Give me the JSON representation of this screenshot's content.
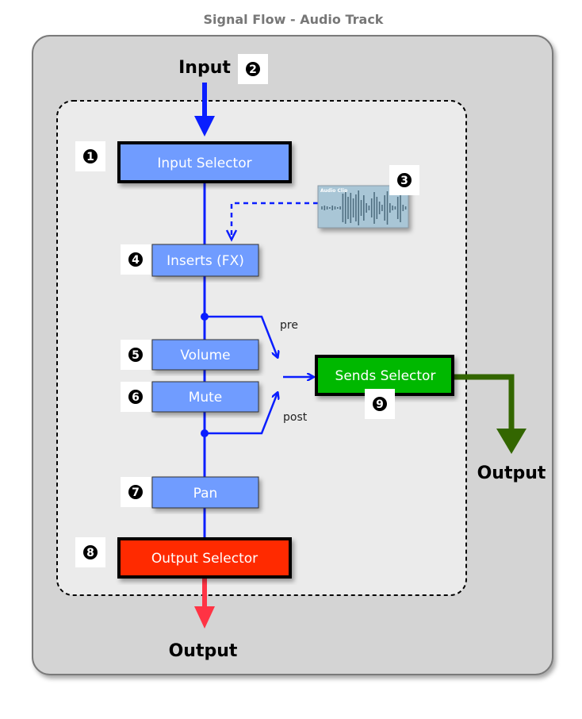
{
  "title": "Signal Flow - Audio Track",
  "input_label": "Input",
  "output_label_main": "Output",
  "output_label_sends": "Output",
  "audio_clip_label": "Audio Clip",
  "pre_label": "pre",
  "post_label": "post",
  "blocks": {
    "input_selector": "Input Selector",
    "inserts": "Inserts (FX)",
    "volume": "Volume",
    "mute": "Mute",
    "pan": "Pan",
    "output_selector": "Output Selector",
    "sends_selector": "Sends Selector"
  },
  "badges": [
    "1",
    "2",
    "3",
    "4",
    "5",
    "6",
    "7",
    "8",
    "9"
  ],
  "colors": {
    "signal_line": "#0a1eff",
    "block_blue": "#6f9cff",
    "sends_green": "#00b800",
    "output_red": "#ff2a00",
    "sends_output_arrow": "#336600",
    "main_output_arrow": "#ff3344"
  }
}
